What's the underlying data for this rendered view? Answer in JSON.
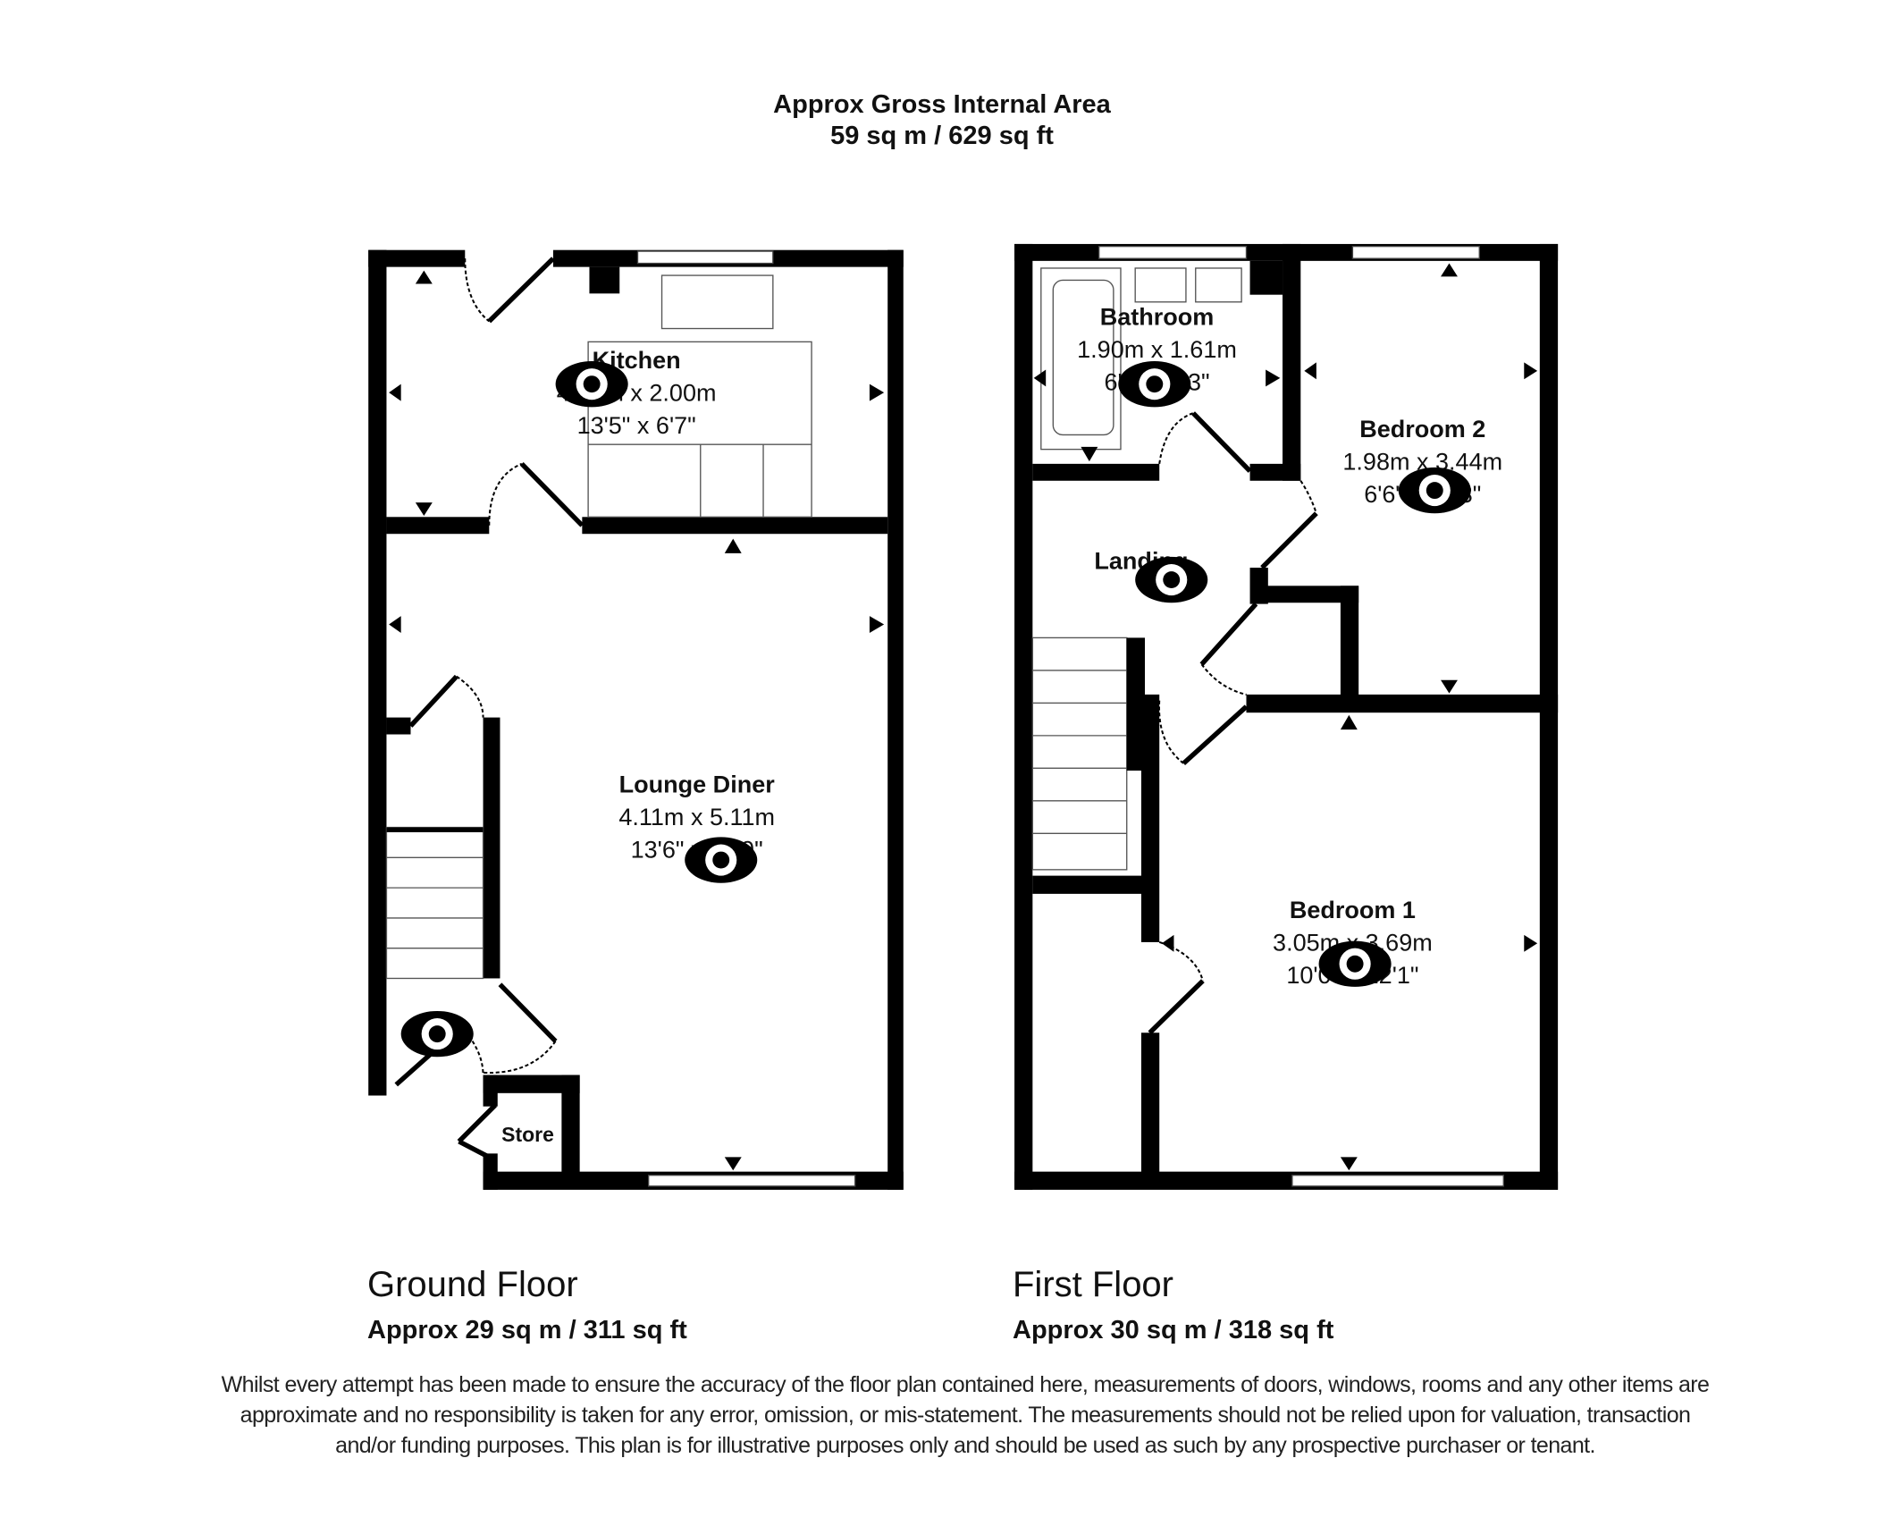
{
  "header": {
    "line1": "Approx Gross Internal Area",
    "line2": "59 sq m / 629 sq ft"
  },
  "floors": [
    {
      "name": "Ground Floor",
      "area": "Approx 29 sq m / 311 sq ft"
    },
    {
      "name": "First Floor",
      "area": "Approx 30 sq m / 318 sq ft"
    }
  ],
  "rooms": {
    "kitchen": {
      "name": "Kitchen",
      "metric": "4.09m x 2.00m",
      "imperial": "13'5\" x 6'7\""
    },
    "lounge": {
      "name": "Lounge Diner",
      "metric": "4.11m x 5.11m",
      "imperial": "13'6\" x 16'9\""
    },
    "store": {
      "name": "Store"
    },
    "bathroom": {
      "name": "Bathroom",
      "metric": "1.90m x 1.61m",
      "imperial": "6'3\" x 5'3\""
    },
    "bedroom2": {
      "name": "Bedroom 2",
      "metric": "1.98m x 3.44m",
      "imperial": "6'6\" x 11'3\""
    },
    "landing": {
      "name": "Landing"
    },
    "bedroom1": {
      "name": "Bedroom 1",
      "metric": "3.05m x 3.69m",
      "imperial": "10'0\" x 12'1\""
    }
  },
  "icons": {
    "viewpoint": "eye-icon",
    "direction": "triangle-arrow-icon"
  },
  "disclaimer": "Whilst every attempt has been made to ensure the accuracy of the floor plan contained here, measurements of doors, windows, rooms and any other items are approximate and no responsibility is taken for any error, omission, or mis-statement. The measurements should not be relied upon for valuation, transaction and/or funding purposes. This plan is for illustrative purposes only and should be used as such by any prospective purchaser or tenant."
}
